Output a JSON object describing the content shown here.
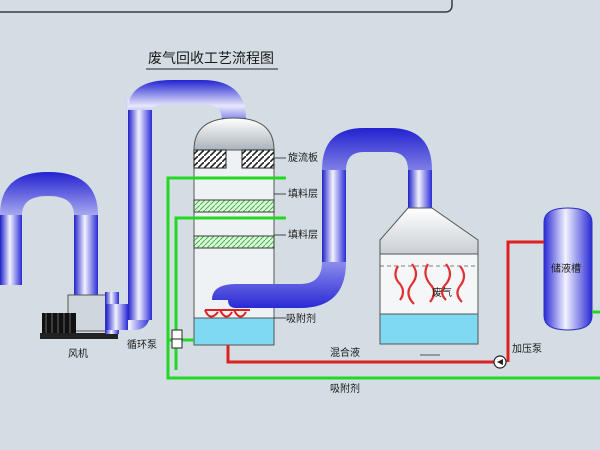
{
  "diagram": {
    "title": "废气回收工艺流程图",
    "labels": {
      "fan": "风机",
      "circulation_pump": "循环泵",
      "swirl_plate": "旋流板",
      "packing_upper": "填料层",
      "packing_lower": "填料层",
      "adsorbent_upper": "吸附剂",
      "mixed_liquid": "混合液",
      "adsorbent_lower": "吸附剂",
      "waste_gas": "废气",
      "booster_pump": "加压泵",
      "storage_tank": "储液槽"
    },
    "colors": {
      "background": "#d4dde3",
      "duct": "#3030e0",
      "liquid": "#7fd9f2",
      "green_pipe": "#22d822",
      "red_pipe": "#e02020",
      "heat": "#e03030"
    }
  }
}
